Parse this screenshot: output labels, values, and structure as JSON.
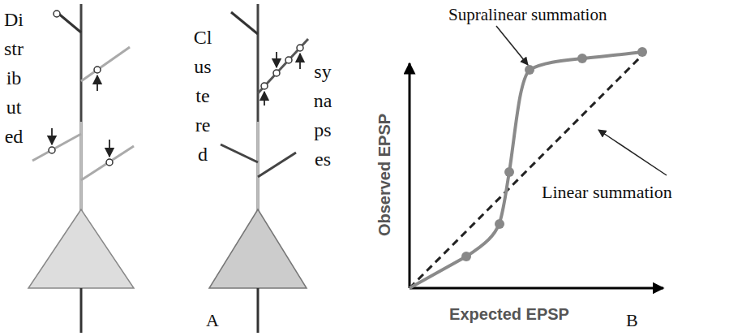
{
  "diagram": {
    "labels": [
      "Distributed",
      "Clustered",
      "synapses",
      "A",
      "Supralinear summation",
      "Observed EPSP",
      "Linear summation",
      "Expected EPSP",
      "B"
    ]
  }
}
